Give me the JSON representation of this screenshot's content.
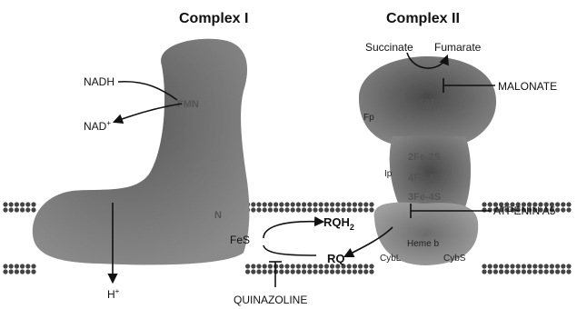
{
  "titles": {
    "complex1": "Complex I",
    "complex2": "Complex II"
  },
  "complex1_labels": {
    "nadh": "NADH",
    "nad": "NAD",
    "nad_superscript": "+",
    "fmn": "FMN",
    "n2": "N",
    "fes": "FeS",
    "proton": "H",
    "proton_superscript": "+"
  },
  "complex2_labels": {
    "succinate": "Succinate",
    "fumarate": "Fumarate",
    "fad": "FAD",
    "fp": "Fp",
    "ip": "Ip",
    "fe2s2": "2Fe-2S",
    "fe4s4": "4Fe-4S",
    "fe3s4": "3Fe-4S",
    "heme": "Heme b",
    "cybl": "CybL",
    "cybs": "CybS"
  },
  "quinone_labels": {
    "rqh": "RQH",
    "rqh_subscript": "2",
    "rq": "RQ"
  },
  "inhibitors": {
    "malonate": "MALONATE",
    "atpenin": "ATPENIN A5",
    "quinazoline": "QUINAZOLINE"
  }
}
